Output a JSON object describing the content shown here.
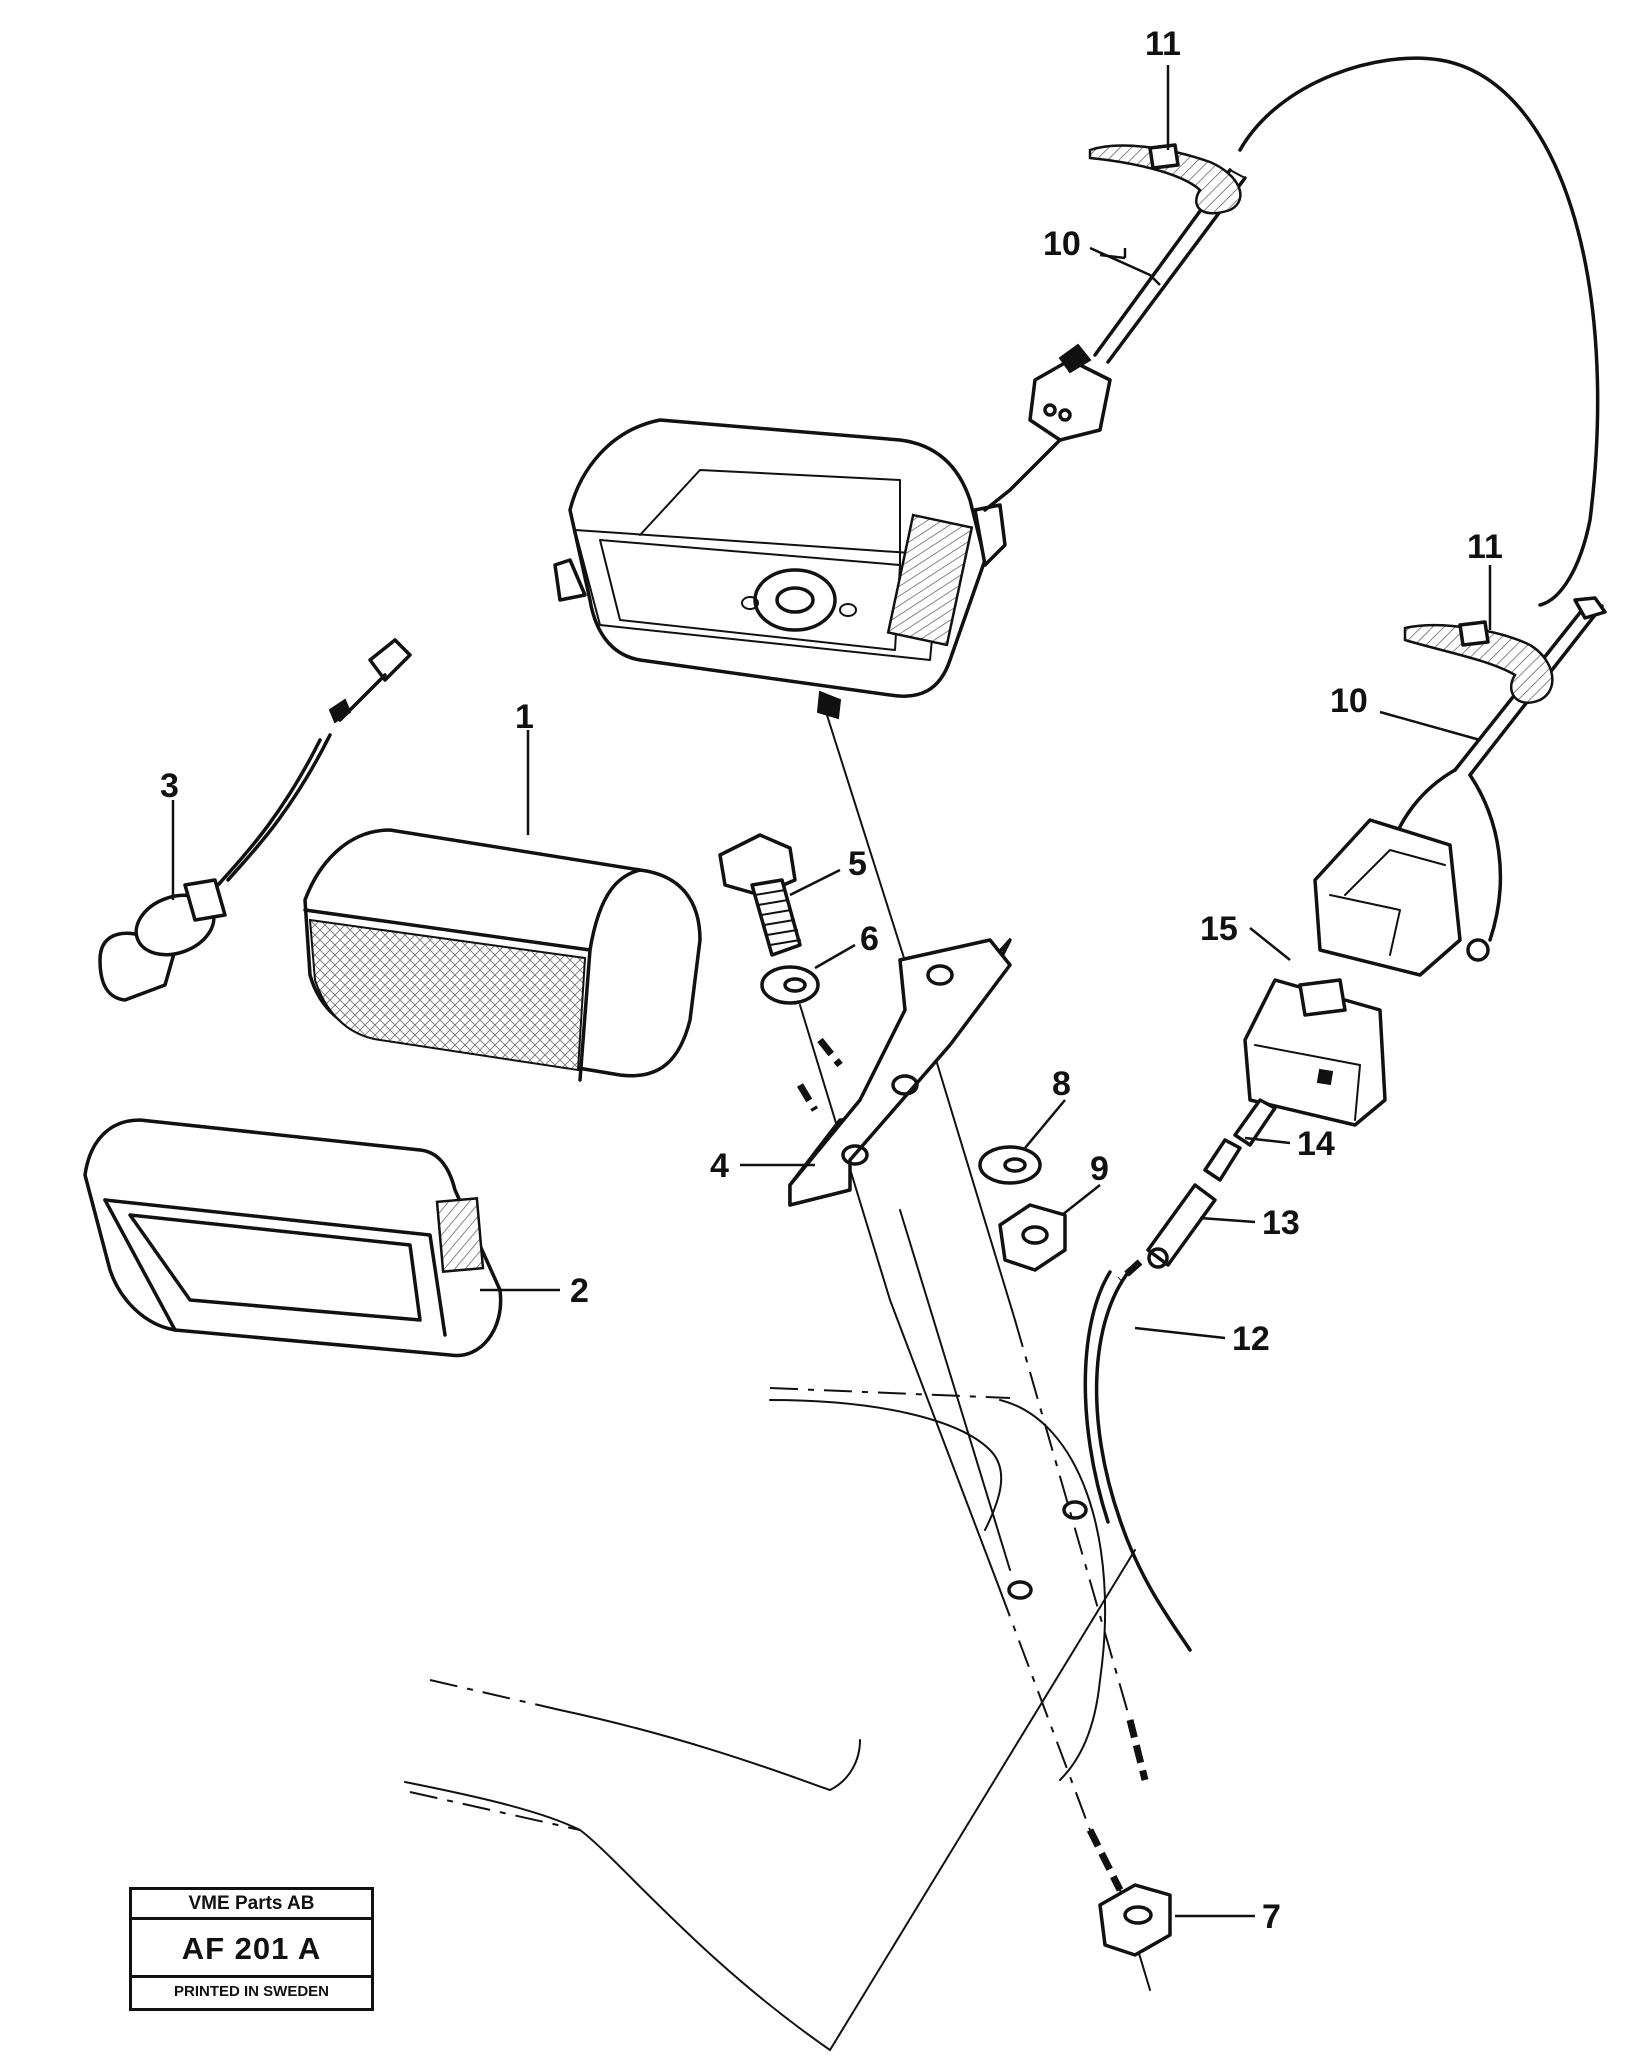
{
  "callouts": [
    {
      "id": "1",
      "text": "1"
    },
    {
      "id": "2",
      "text": "2"
    },
    {
      "id": "3",
      "text": "3"
    },
    {
      "id": "4",
      "text": "4"
    },
    {
      "id": "5",
      "text": "5"
    },
    {
      "id": "6",
      "text": "6"
    },
    {
      "id": "7",
      "text": "7"
    },
    {
      "id": "8",
      "text": "8"
    },
    {
      "id": "9",
      "text": "9"
    },
    {
      "id": "10a",
      "text": "10"
    },
    {
      "id": "10b",
      "text": "10"
    },
    {
      "id": "11a",
      "text": "11"
    },
    {
      "id": "11b",
      "text": "11"
    },
    {
      "id": "12",
      "text": "12"
    },
    {
      "id": "13",
      "text": "13"
    },
    {
      "id": "14",
      "text": "14"
    },
    {
      "id": "15",
      "text": "15"
    }
  ],
  "title_block": {
    "company": "VME Parts AB",
    "drawing_code": "AF 201 A",
    "printed": "PRINTED IN SWEDEN"
  }
}
